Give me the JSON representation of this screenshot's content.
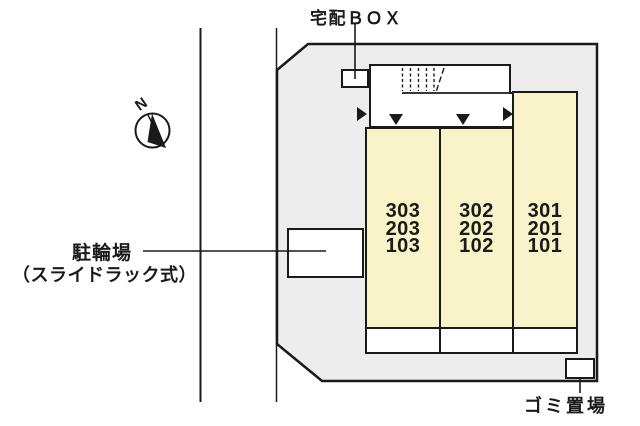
{
  "diagram": {
    "type": "apartment-site-plan",
    "compass": {
      "north_label": "N"
    },
    "labels": {
      "delivery_box": "宅配ＢＯＸ",
      "bicycle_parking": "駐輪場",
      "bicycle_parking_sub": "（スライドラック式）",
      "garbage_area": "ゴミ置場"
    },
    "building": {
      "columns": [
        {
          "rooms": [
            "303",
            "203",
            "103"
          ]
        },
        {
          "rooms": [
            "302",
            "202",
            "102"
          ]
        },
        {
          "rooms": [
            "301",
            "201",
            "101"
          ]
        }
      ]
    },
    "colors": {
      "background": "#FFFFFF",
      "site_fill": "#EDEDED",
      "unit_fill": "#F9F3C9",
      "line": "#1A1A1A",
      "box_fill": "#FFFFFF"
    }
  }
}
